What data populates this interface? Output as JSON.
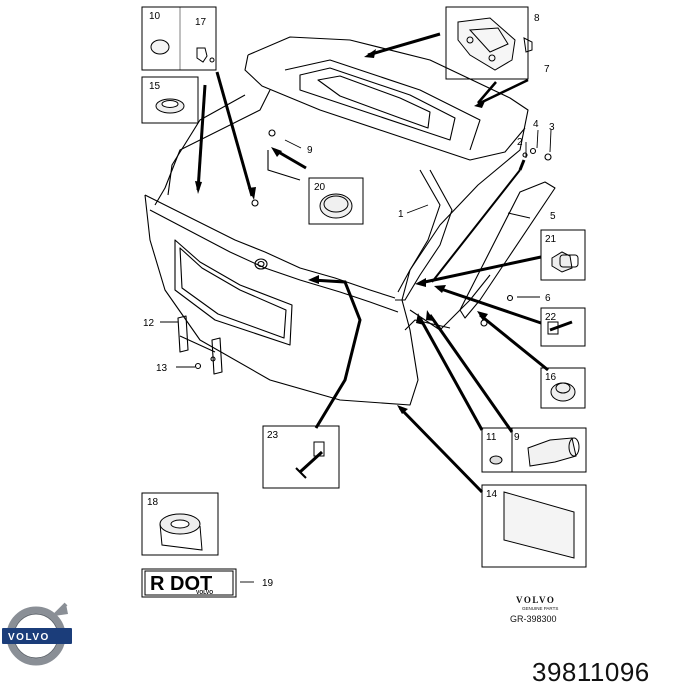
{
  "diagram": {
    "callouts": {
      "c1": "1",
      "c2": "2",
      "c3": "3",
      "c4": "4",
      "c5": "5",
      "c6": "6",
      "c7": "7",
      "c8": "8",
      "c9a": "9",
      "c12": "12",
      "c13": "13",
      "c19": "19"
    },
    "boxes": {
      "b10": "10",
      "b17": "17",
      "b15": "15",
      "b20": "20",
      "b21": "21",
      "b22": "22",
      "b16": "16",
      "b11": "11",
      "b9": "9",
      "b23": "23",
      "b14": "14",
      "b18": "18"
    },
    "label_plate": {
      "text": "R DOT",
      "subtext": "VOLVO"
    },
    "brand": {
      "name": "VOLVO",
      "subtitle": "GENUINE PARTS",
      "reference": "GR-398300"
    },
    "logo": {
      "word": "VOLVO"
    },
    "part_number": "39811096"
  },
  "colors": {
    "line": "#000000",
    "arrow": "#000000",
    "logo_blue": "#1b3d7a",
    "logo_grey": "#8a8f96"
  }
}
